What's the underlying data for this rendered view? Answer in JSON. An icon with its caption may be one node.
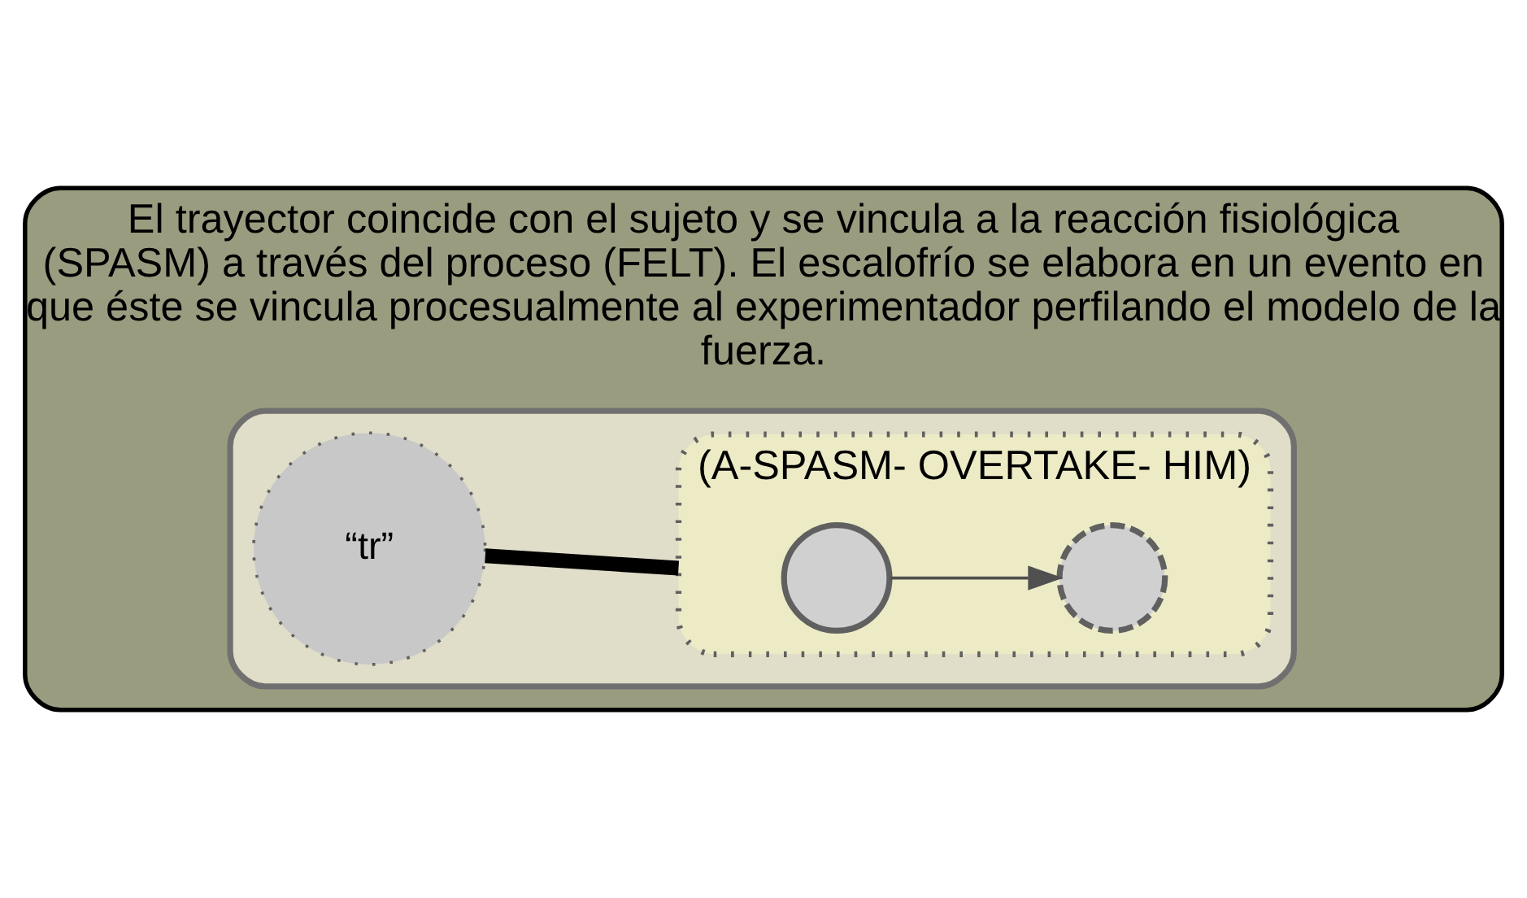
{
  "diagram": {
    "nodes": [
      {
        "text": [
          "El trayector coincide con el sujeto y se vincula a la reacción fisiológica (SPASM) a través del proceso (FELT). El escalofrío se elabora en un evento en que éste se vincula procesualmente al experimentador perfilando el modelo de la fuerza."
        ]
      },
      {
        "text": [],
        "shape": "ellipse",
        "in": 0
      },
      {
        "text": [
          "“tr”"
        ],
        "in": 1
      },
      {
        "text": [
          "(A-SPASM- OVERTAKE- HIM)"
        ],
        "in": 1
      },
      {
        "text": [],
        "shape": "circle",
        "in": 3
      },
      {
        "text": [],
        "shape": "circle",
        "in": 3
      }
    ],
    "edges": [
      {
        "from": 2,
        "to": 3,
        "arrow": "none",
        "style": "thick"
      },
      {
        "from": 4,
        "to": 5,
        "arrow": "to"
      }
    ]
  }
}
